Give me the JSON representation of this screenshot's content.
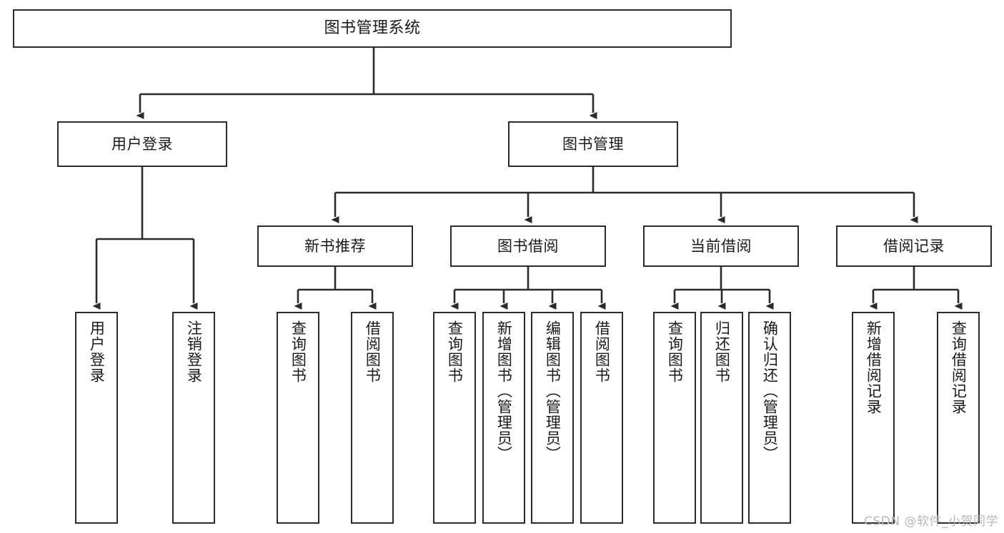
{
  "diagram": {
    "type": "tree",
    "title": "图书管理系统",
    "colors": {
      "stroke": "#2b2b2b",
      "fill": "#ffffff",
      "text": "#1a1a1a",
      "watermark": "#b9b9b9"
    },
    "watermark": "CSDN @软件_小贺同学",
    "nodes": {
      "root": {
        "label": "图书管理系统"
      },
      "level2": [
        {
          "label": "用户登录"
        },
        {
          "label": "图书管理"
        }
      ],
      "level3": [
        {
          "label": "新书推荐"
        },
        {
          "label": "图书借阅"
        },
        {
          "label": "当前借阅"
        },
        {
          "label": "借阅记录"
        }
      ],
      "leaves": {
        "user_login": [
          {
            "label": "用户登录"
          },
          {
            "label": "注销登录"
          }
        ],
        "new_book_recommend": [
          {
            "label": "查询图书"
          },
          {
            "label": "借阅图书"
          }
        ],
        "book_borrow": [
          {
            "label": "查询图书"
          },
          {
            "label": "新增图书（管理员）"
          },
          {
            "label": "编辑图书（管理员）"
          },
          {
            "label": "借阅图书"
          }
        ],
        "current_borrow": [
          {
            "label": "查询图书"
          },
          {
            "label": "归还图书"
          },
          {
            "label": "确认归还（管理员）"
          }
        ],
        "borrow_record": [
          {
            "label": "新增借阅记录"
          },
          {
            "label": "查询借阅记录"
          }
        ]
      }
    }
  }
}
